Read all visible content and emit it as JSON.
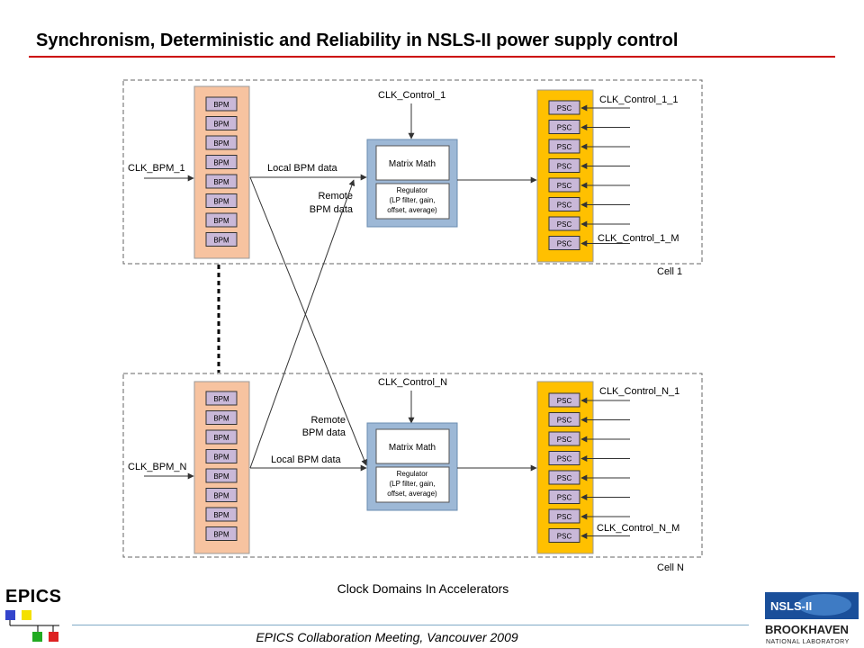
{
  "header": {
    "title": "Synchronism, Deterministic and Reliability in NSLS-II power supply control"
  },
  "cell1": {
    "name": "Cell 1",
    "bpm_label": "BPM",
    "psc_label": "PSC",
    "clk_bpm": "CLK_BPM_1",
    "clk_control": "CLK_Control_1",
    "clk_control_first": "CLK_Control_1_1",
    "clk_control_last": "CLK_Control_1_M",
    "local_label": "Local BPM data",
    "remote_label_1": "Remote",
    "remote_label_2": "BPM data",
    "matrix": "Matrix Math",
    "reg_1": "Regulator",
    "reg_2": "(LP filter, gain,",
    "reg_3": "offset, average)"
  },
  "celln": {
    "name": "Cell N",
    "bpm_label": "BPM",
    "psc_label": "PSC",
    "clk_bpm": "CLK_BPM_N",
    "clk_control": "CLK_Control_N",
    "clk_control_first": "CLK_Control_N_1",
    "clk_control_last": "CLK_Control_N_M",
    "local_label": "Local BPM data",
    "remote_label_1": "Remote",
    "remote_label_2": "BPM data",
    "matrix": "Matrix Math",
    "reg_1": "Regulator",
    "reg_2": "(LP filter, gain,",
    "reg_3": "offset, average)"
  },
  "caption": "Clock Domains In Accelerators",
  "footer": "EPICS Collaboration Meeting, Vancouver 2009",
  "logos": {
    "epics": "EPICS",
    "nsls": "NSLS-II",
    "bnl": "BROOKHAVEN",
    "bnl_sub": "NATIONAL LABORATORY"
  },
  "colors": {
    "bpm_panel": "#f7c3a0",
    "bpm_box": "#c9b8d8",
    "psc_panel": "#ffc000",
    "psc_box": "#c9b8d8",
    "matrix_panel": "#9db8d6",
    "accent_red": "#cc0000"
  }
}
